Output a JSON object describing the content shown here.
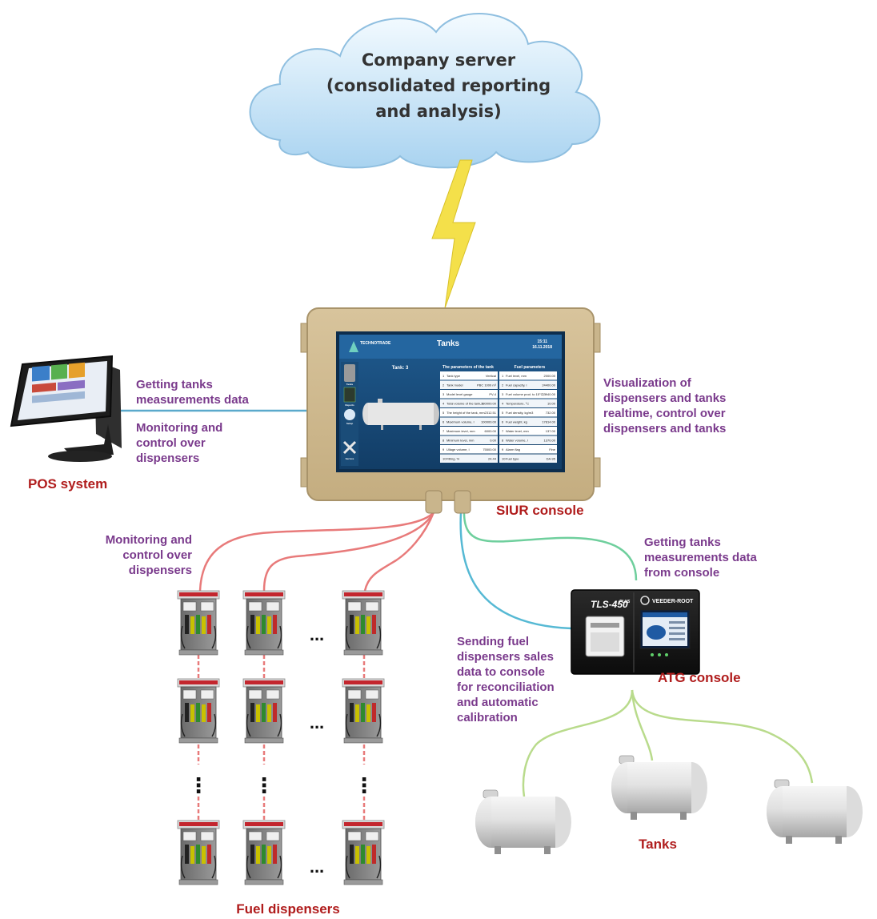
{
  "cloud": {
    "lines": [
      "Company server",
      "(consolidated reporting",
      "and analysis)"
    ]
  },
  "siur": {
    "label": "SIUR console",
    "screen": {
      "title": "Tanks",
      "time": "15:11",
      "date": "16.11.2018",
      "logo": "TECHNOTRADE",
      "tank_label": "Tank: 3",
      "params_header": "The parameters of the tank",
      "fuel_header": "Fuel parameters",
      "sidebar": [
        "Tanks",
        "Reports",
        "Setup",
        "Service"
      ],
      "left_rows": [
        {
          "n": "1",
          "name": "Tank type",
          "value": "Vertical"
        },
        {
          "n": "2",
          "name": "Tank model",
          "value": "PBC 1000 m³"
        },
        {
          "n": "3",
          "name": "Model level gauge",
          "value": "PV-4"
        },
        {
          "n": "4",
          "name": "Total volume of the tank, l",
          "value": "380000.00"
        },
        {
          "n": "5",
          "name": "The height of the tank, mm",
          "value": "2312.51"
        },
        {
          "n": "6",
          "name": "Maximum volume, l",
          "value": "100000.00"
        },
        {
          "n": "7",
          "name": "Maximum level, mm",
          "value": "6000.00"
        },
        {
          "n": "8",
          "name": "Minimum level, mm",
          "value": "0.00"
        },
        {
          "n": "9",
          "name": "Ullage volume, l",
          "value": "75500.00"
        },
        {
          "n": "10",
          "name": "Filling, %",
          "value": "24.44"
        }
      ],
      "right_rows": [
        {
          "n": "1",
          "name": "Fuel level, mm",
          "value": "2000.00"
        },
        {
          "n": "2",
          "name": "Fuel capacity, l",
          "value": "24400.00"
        },
        {
          "n": "3",
          "name": "Fuel volume prod. to 15°C, l",
          "value": "23940.00"
        },
        {
          "n": "4",
          "name": "Temperature, °C",
          "value": "10.00"
        },
        {
          "n": "5",
          "name": "Fuel density, kg/m3",
          "value": "732.00"
        },
        {
          "n": "6",
          "name": "Fuel weight, kg",
          "value": "17814.00"
        },
        {
          "n": "7",
          "name": "Water level, mm",
          "value": "137.00"
        },
        {
          "n": "8",
          "name": "Water volume, l",
          "value": "1370.00"
        },
        {
          "n": "9",
          "name": "Alarm flag",
          "value": "Fine"
        },
        {
          "n": "10",
          "name": "Fuel type",
          "value": "DA-95"
        }
      ]
    }
  },
  "pos": {
    "label": "POS system",
    "line1": [
      "Getting tanks",
      "measurements data"
    ],
    "line2": [
      "Monitoring and",
      "control over",
      "dispensers"
    ]
  },
  "visualization": [
    "Visualization of",
    "dispensers and tanks",
    "realtime, control over",
    "dispensers and tanks"
  ],
  "dispensers": {
    "label": "Fuel dispensers",
    "note": [
      "Monitoring and",
      "control over",
      "dispensers"
    ],
    "ellipsis": "...",
    "vellipsis": "⋮"
  },
  "atg": {
    "label": "ATG console",
    "model": "TLS-450",
    "model_sup": "PLUS",
    "brand": "VEEDER-ROOT",
    "getting": [
      "Getting tanks",
      "measurements data",
      "from console"
    ],
    "sending": [
      "Sending fuel",
      "dispensers sales",
      "data to console",
      "for reconciliation",
      "and automatic",
      "calibration"
    ]
  },
  "tanks": {
    "label": "Tanks"
  },
  "colors": {
    "red_line": "#e87a7a",
    "blue_line": "#56b9d4",
    "green_line": "#6fcf9d",
    "lime_line": "#b9db8c",
    "pos_line": "#5aa9cc",
    "lightning": "#f4e04a",
    "purple_text": "#7a3a8c",
    "red_text": "#b01c1c"
  }
}
